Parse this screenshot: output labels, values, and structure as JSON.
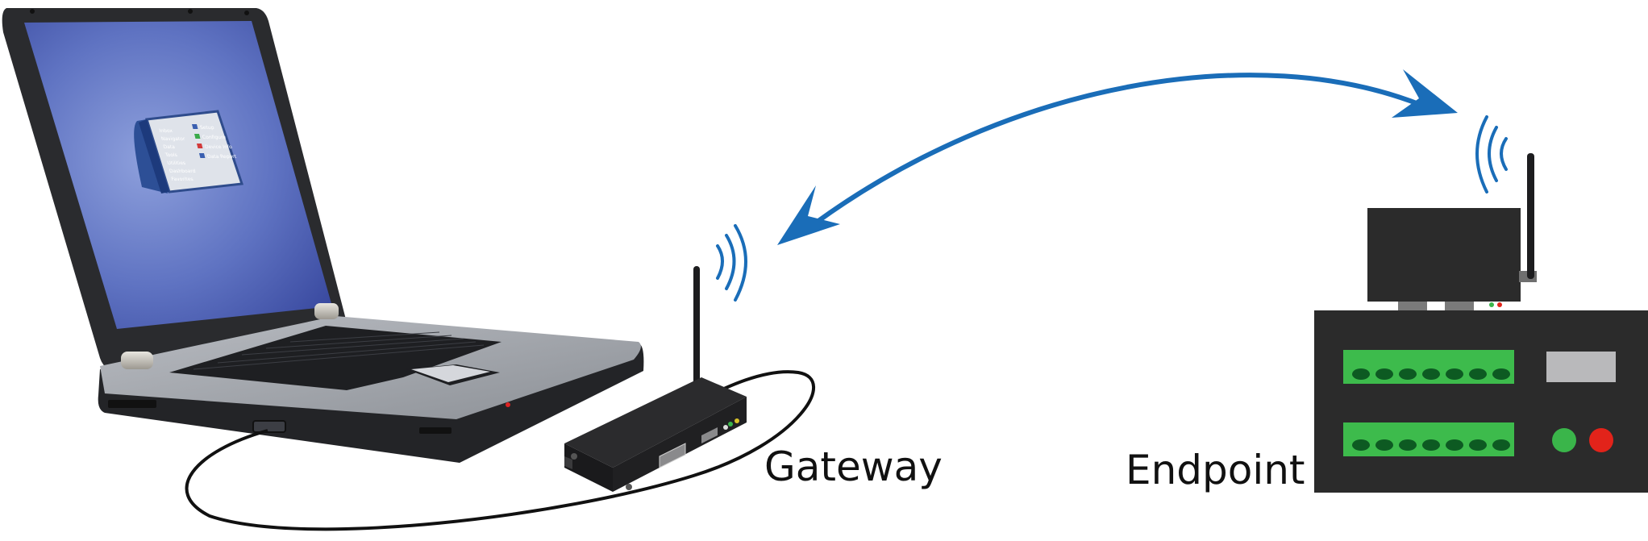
{
  "labels": {
    "gateway": "Gateway",
    "endpoint": "Endpoint"
  },
  "screen_app": {
    "menu_items": [
      "Inbox",
      "Navigator",
      "Data",
      "Tools",
      "Utilities",
      "Dashboard",
      "Favorites"
    ],
    "buttons": [
      "Setup",
      "Configure",
      "Device Info",
      "Data Report"
    ]
  },
  "colors": {
    "arrow": "#1a6db8",
    "wifi": "#1a6db8",
    "terminal_green": "#3dbb4c",
    "led_green": "#3ab54a",
    "led_red": "#e2231a",
    "screen_blue": "#4d5eb0",
    "device_dark": "#2b2b2b"
  }
}
